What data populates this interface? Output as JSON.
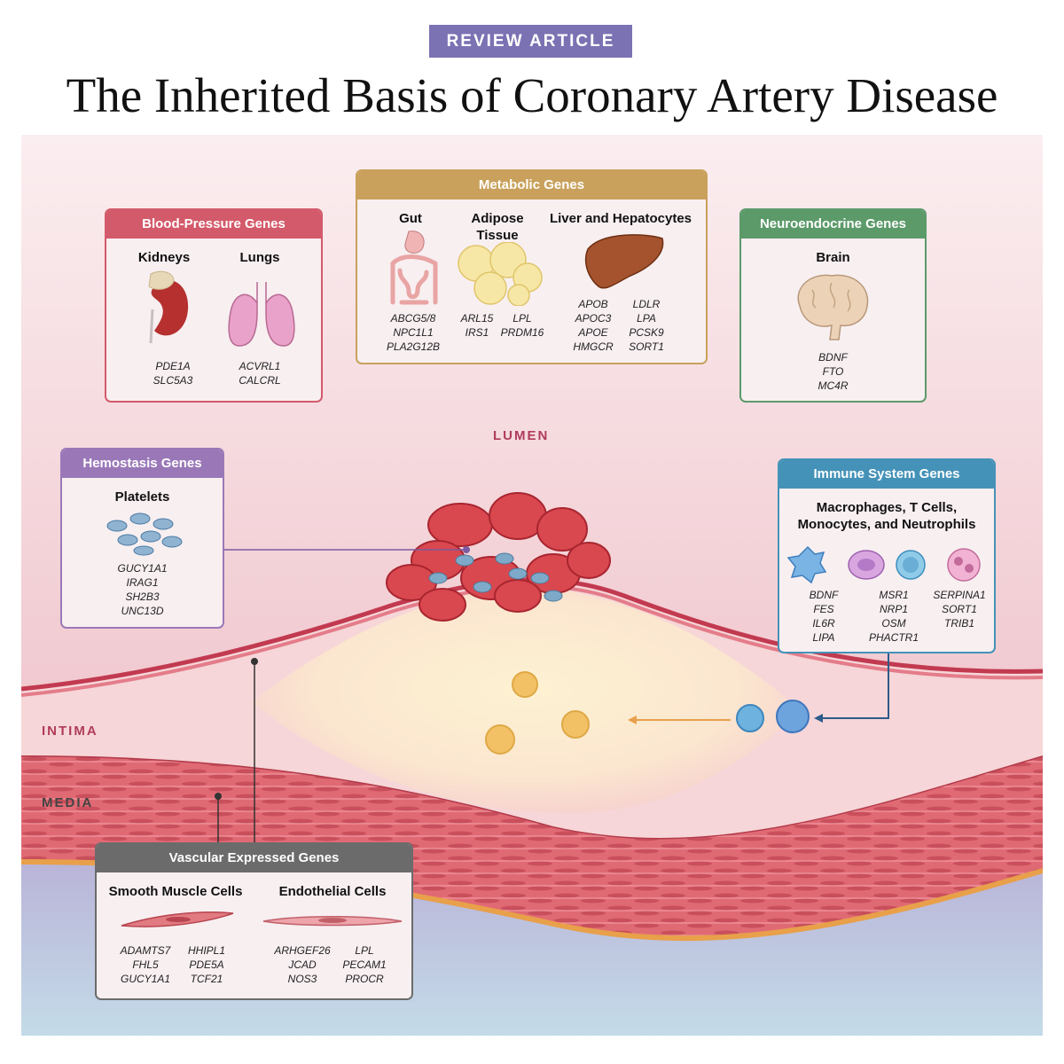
{
  "header": {
    "badge": "REVIEW ARTICLE",
    "title": "The Inherited Basis of Coronary Artery Disease"
  },
  "regions": {
    "lumen": "LUMEN",
    "intima": "INTIMA",
    "media": "MEDIA"
  },
  "colors": {
    "bp": "#d35a6a",
    "metabolic": "#c9a15c",
    "neuro": "#5c9a6a",
    "hemo": "#9a78b8",
    "immune": "#4592b8",
    "vascular": "#6b6b6b"
  },
  "boxes": {
    "bp": {
      "title": "Blood-Pressure Genes",
      "cols": [
        {
          "head": "Kidneys",
          "genes": [
            "PDE1A",
            "SLC5A3"
          ],
          "icon": "kidney-icon"
        },
        {
          "head": "Lungs",
          "genes": [
            "ACVRL1",
            "CALCRL"
          ],
          "icon": "lungs-icon"
        }
      ]
    },
    "metabolic": {
      "title": "Metabolic Genes",
      "gut": {
        "head": "Gut",
        "genes": [
          "ABCG5/8",
          "NPC1L1",
          "PLA2G12B"
        ],
        "icon": "intestine-icon"
      },
      "adipose": {
        "head1": "Adipose",
        "head2": "Tissue",
        "genes_a": [
          "ARL15",
          "IRS1"
        ],
        "genes_b": [
          "LPL",
          "PRDM16"
        ],
        "icon": "fat-cells-icon"
      },
      "liver": {
        "head": "Liver and Hepatocytes",
        "genes_a": [
          "APOB",
          "APOC3",
          "APOE",
          "HMGCR"
        ],
        "genes_b": [
          "LDLR",
          "LPA",
          "PCSK9",
          "SORT1"
        ],
        "icon": "liver-icon"
      }
    },
    "neuro": {
      "title": "Neuroendocrine Genes",
      "head": "Brain",
      "genes": [
        "BDNF",
        "FTO",
        "MC4R"
      ],
      "icon": "brain-icon"
    },
    "hemo": {
      "title": "Hemostasis Genes",
      "head": "Platelets",
      "genes": [
        "GUCY1A1",
        "IRAG1",
        "SH2B3",
        "UNC13D"
      ],
      "icon": "platelets-icon"
    },
    "immune": {
      "title": "Immune System Genes",
      "head1": "Macrophages, T Cells,",
      "head2": "Monocytes, and Neutrophils",
      "genes_a": [
        "BDNF",
        "FES",
        "IL6R",
        "LIPA"
      ],
      "genes_b": [
        "MSR1",
        "NRP1",
        "OSM",
        "PHACTR1"
      ],
      "genes_c": [
        "SERPINA1",
        "SORT1",
        "TRIB1"
      ],
      "icon": "immune-cells-icon"
    },
    "vascular": {
      "title": "Vascular Expressed Genes",
      "smc": {
        "head": "Smooth Muscle Cells",
        "genes_a": [
          "ADAMTS7",
          "FHL5",
          "GUCY1A1"
        ],
        "genes_b": [
          "HHIPL1",
          "PDE5A",
          "TCF21"
        ],
        "icon": "smooth-muscle-cell-icon"
      },
      "endo": {
        "head": "Endothelial Cells",
        "genes_a": [
          "ARHGEF26",
          "JCAD",
          "NOS3"
        ],
        "genes_b": [
          "LPL",
          "PECAM1",
          "PROCR"
        ],
        "icon": "endothelial-cell-icon"
      }
    }
  }
}
